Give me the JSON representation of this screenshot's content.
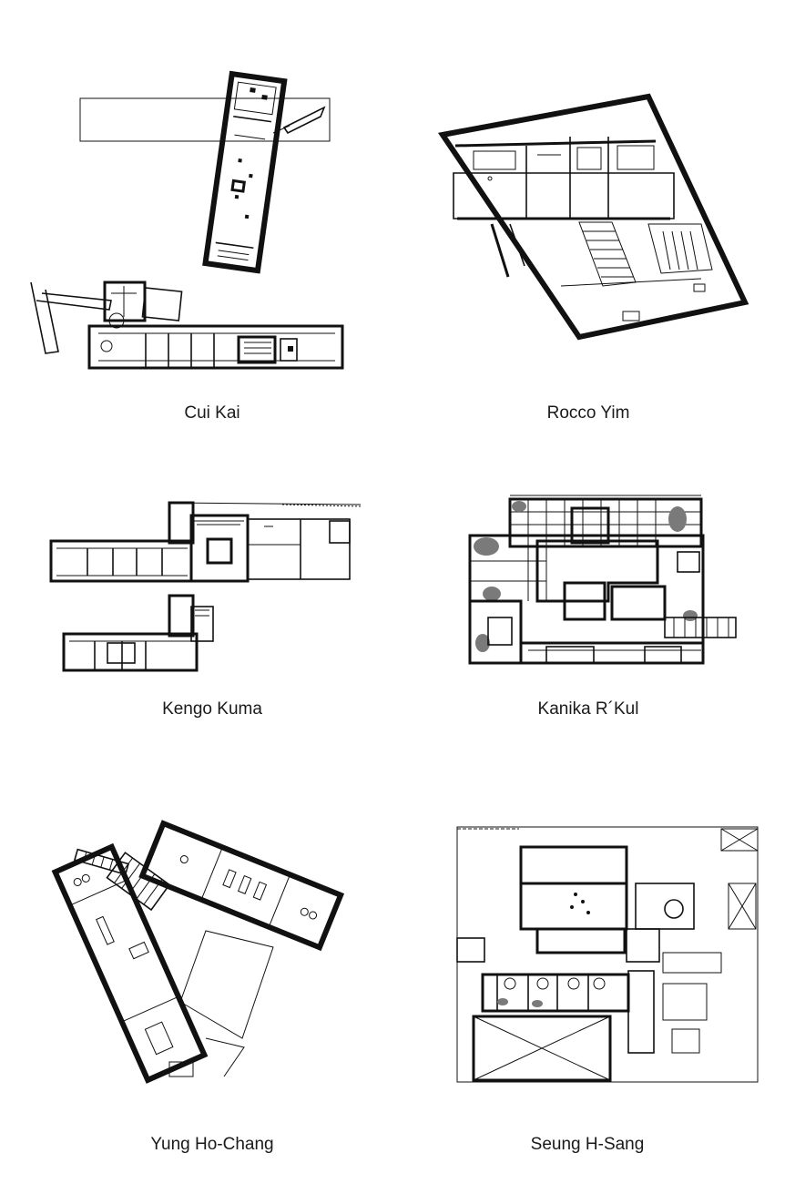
{
  "plans": [
    {
      "architect": "Cui Kai"
    },
    {
      "architect": "Rocco Yim"
    },
    {
      "architect": "Kengo Kuma"
    },
    {
      "architect": "Kanika R´Kul"
    },
    {
      "architect": "Yung Ho-Chang"
    },
    {
      "architect": "Seung H-Sang"
    }
  ],
  "colors": {
    "ink": "#111111",
    "paper": "#ffffff",
    "hatch": "#7a7a7a"
  }
}
